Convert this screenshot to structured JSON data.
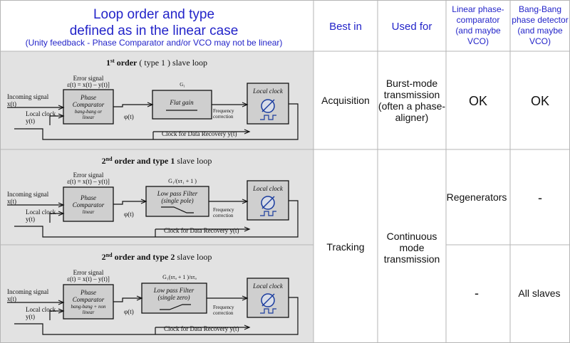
{
  "header": {
    "title1": "Loop order and type",
    "title2": "defined as in the linear case",
    "subtitle": "(Unity feedback  - Phase Comparator and/or VCO may not be linear)",
    "col_best_in": "Best in",
    "col_used_for": "Used for",
    "col_linear": [
      "Linear phase-",
      "comparator",
      "(and maybe",
      "VCO)"
    ],
    "col_bangbang": [
      "Bang-Bang",
      "phase detector",
      "(and maybe",
      "VCO)"
    ]
  },
  "rows": [
    {
      "title": "1st order ( type 1 ) slave loop",
      "title_parts": {
        "num": "1",
        "sup": "st",
        "bold": " order",
        "rest": " ( type 1 ) slave loop"
      },
      "error_signal": [
        "Error signal",
        "ε(t) = x(t) – y(t)]"
      ],
      "comparator": [
        "Phase",
        "Comparator",
        "bang-bang or",
        "linear"
      ],
      "filter_label": "G₁",
      "filter": [
        "Flat gain"
      ],
      "best_in": "Acquisition",
      "used_for": [
        "Burst-mode",
        "transmission",
        "(often a phase-",
        "aligner)"
      ],
      "linear": "OK",
      "bangbang": "OK"
    },
    {
      "title": "2nd order and type 1 slave loop",
      "title_parts": {
        "num": "2",
        "sup": "nd",
        "bold": " order and type 1",
        "rest": "  slave loop"
      },
      "error_signal": [
        "Error signal",
        "ε(t) = x(t) – y(t)]"
      ],
      "comparator": [
        "Phase",
        "Comparator",
        "linear"
      ],
      "filter_label": "G₁/(sτ₁ + 1 )",
      "filter": [
        "Low pass Filter",
        "(single pole)"
      ],
      "linear": "Regenerators",
      "bangbang": "-"
    },
    {
      "title": "2nd order and type 2 slave loop",
      "title_parts": {
        "num": "2",
        "sup": "nd",
        "bold": " order and type 2",
        "rest": "  slave loop"
      },
      "error_signal": [
        "Error signal",
        "ε(t) = x(t) – y(t)]"
      ],
      "comparator": [
        "Phase",
        "Comparator",
        "bang-bang + non",
        "linear"
      ],
      "filter_label": "G₁(sτₐ + 1 )/sτₐ",
      "filter": [
        "Low pass Filter",
        "(single zero)"
      ],
      "linear": "-",
      "bangbang": "All  slaves"
    }
  ],
  "tracking": {
    "best_in": "Tracking",
    "used_for": [
      "Continuous",
      "mode",
      "transmission"
    ]
  },
  "common": {
    "incoming_signal": "Incoming signal",
    "x_t": "x(t)",
    "local_clock_in": "Local clock",
    "y_t": "y(t)",
    "phi": "φ(t)",
    "freq_corr": [
      "Frequency",
      "correction"
    ],
    "local_clock_box": "Local clock",
    "recovery": "Clock for Data Recovery y(t)"
  }
}
